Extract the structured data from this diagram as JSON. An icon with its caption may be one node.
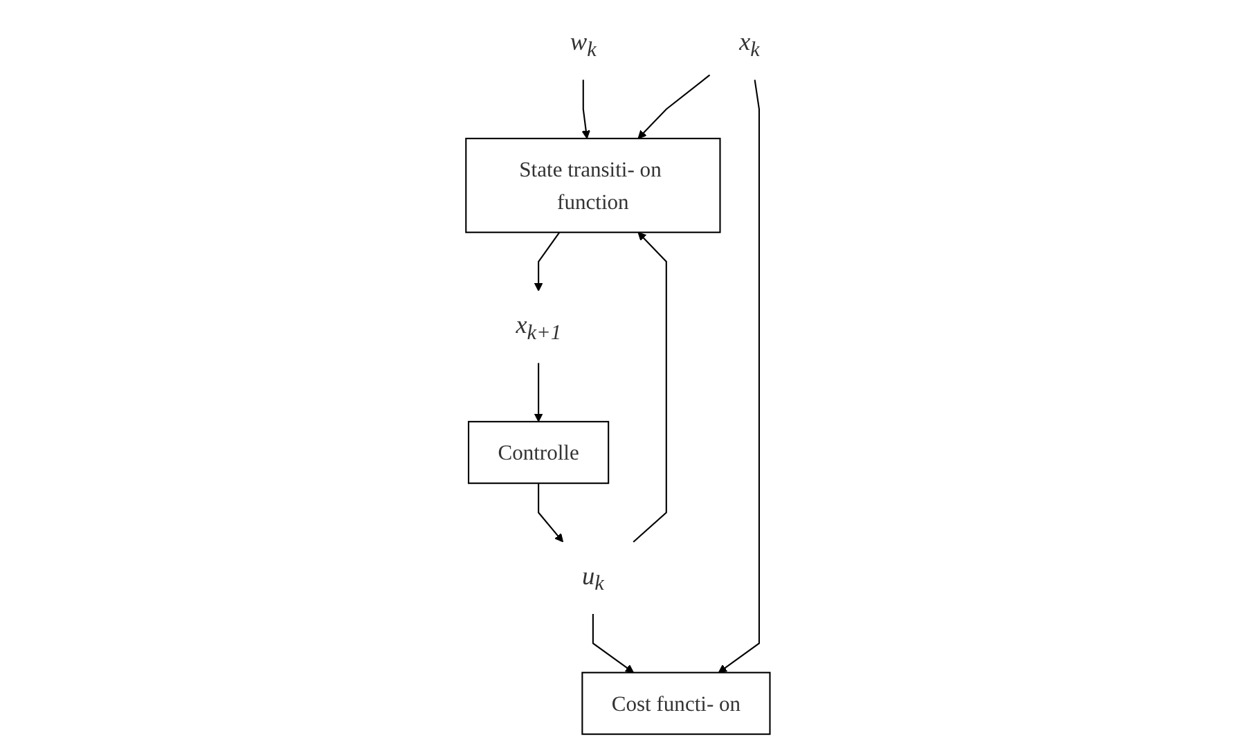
{
  "diagram": {
    "nodes": [
      {
        "text": [
          "w$_{k}$"
        ]
      },
      {
        "text": [
          "x$_{k}$"
        ]
      },
      {
        "text": [
          "State transiti- on function"
        ]
      },
      {
        "text": [
          "x$_{k+1}$"
        ]
      },
      {
        "text": [
          "Cost functi- on"
        ]
      },
      {
        "text": [
          "u$_{k}$"
        ]
      },
      {
        "text": [
          "Controlle"
        ]
      }
    ],
    "edges": [
      {
        "from": 0,
        "to": 2,
        "arrow": "to"
      },
      {
        "from": 1,
        "to": 2,
        "arrow": "to"
      },
      {
        "from": 2,
        "to": 3,
        "arrow": "to"
      },
      {
        "from": 1,
        "to": 4,
        "arrow": "to"
      },
      {
        "from": 3,
        "to": 6,
        "arrow": "to"
      },
      {
        "from": 5,
        "to": 2,
        "arrow": "to"
      },
      {
        "from": 6,
        "to": 5,
        "arrow": "to"
      },
      {
        "from": 5,
        "to": 4,
        "arrow": "to"
      }
    ]
  }
}
